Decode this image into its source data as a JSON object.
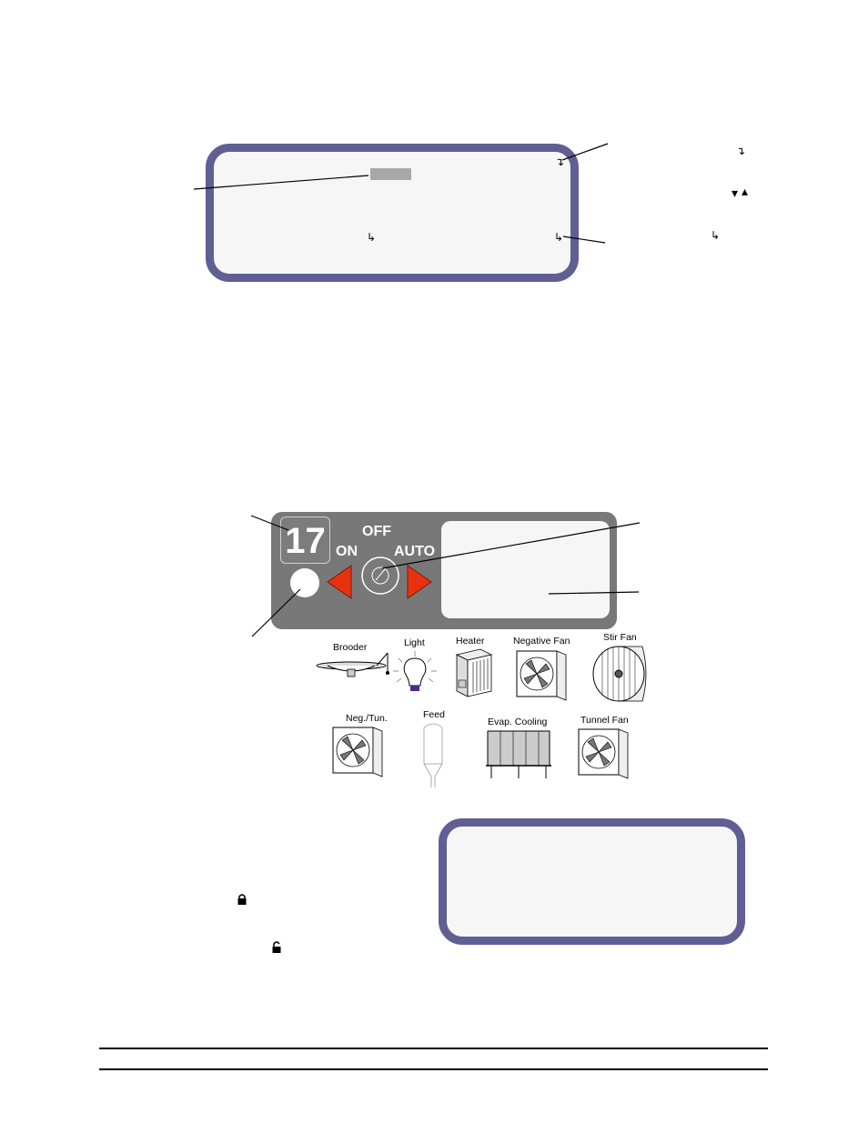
{
  "device_panel": {
    "output_number": "17",
    "mode_off": "OFF",
    "mode_on": "ON",
    "mode_auto": "AUTO"
  },
  "equipment_icons": {
    "brooder": "Brooder",
    "light": "Light",
    "heater": "Heater",
    "negative_fan": "Negative Fan",
    "stir_fan": "Stir Fan",
    "neg_tun": "Neg./Tun.",
    "feed": "Feed",
    "evap_cooling": "Evap. Cooling",
    "tunnel_fan": "Tunnel Fan"
  },
  "symbols": {
    "enter_down": "↴",
    "enter_right": "↳",
    "arrow_down": "▾",
    "arrow_up": "▴",
    "lock_closed": "lock-closed-icon",
    "lock_open": "lock-open-icon"
  },
  "colors": {
    "lcd_frame": "#5f5f93",
    "panel_gray": "#787878",
    "arrow_red": "#e8320f"
  }
}
